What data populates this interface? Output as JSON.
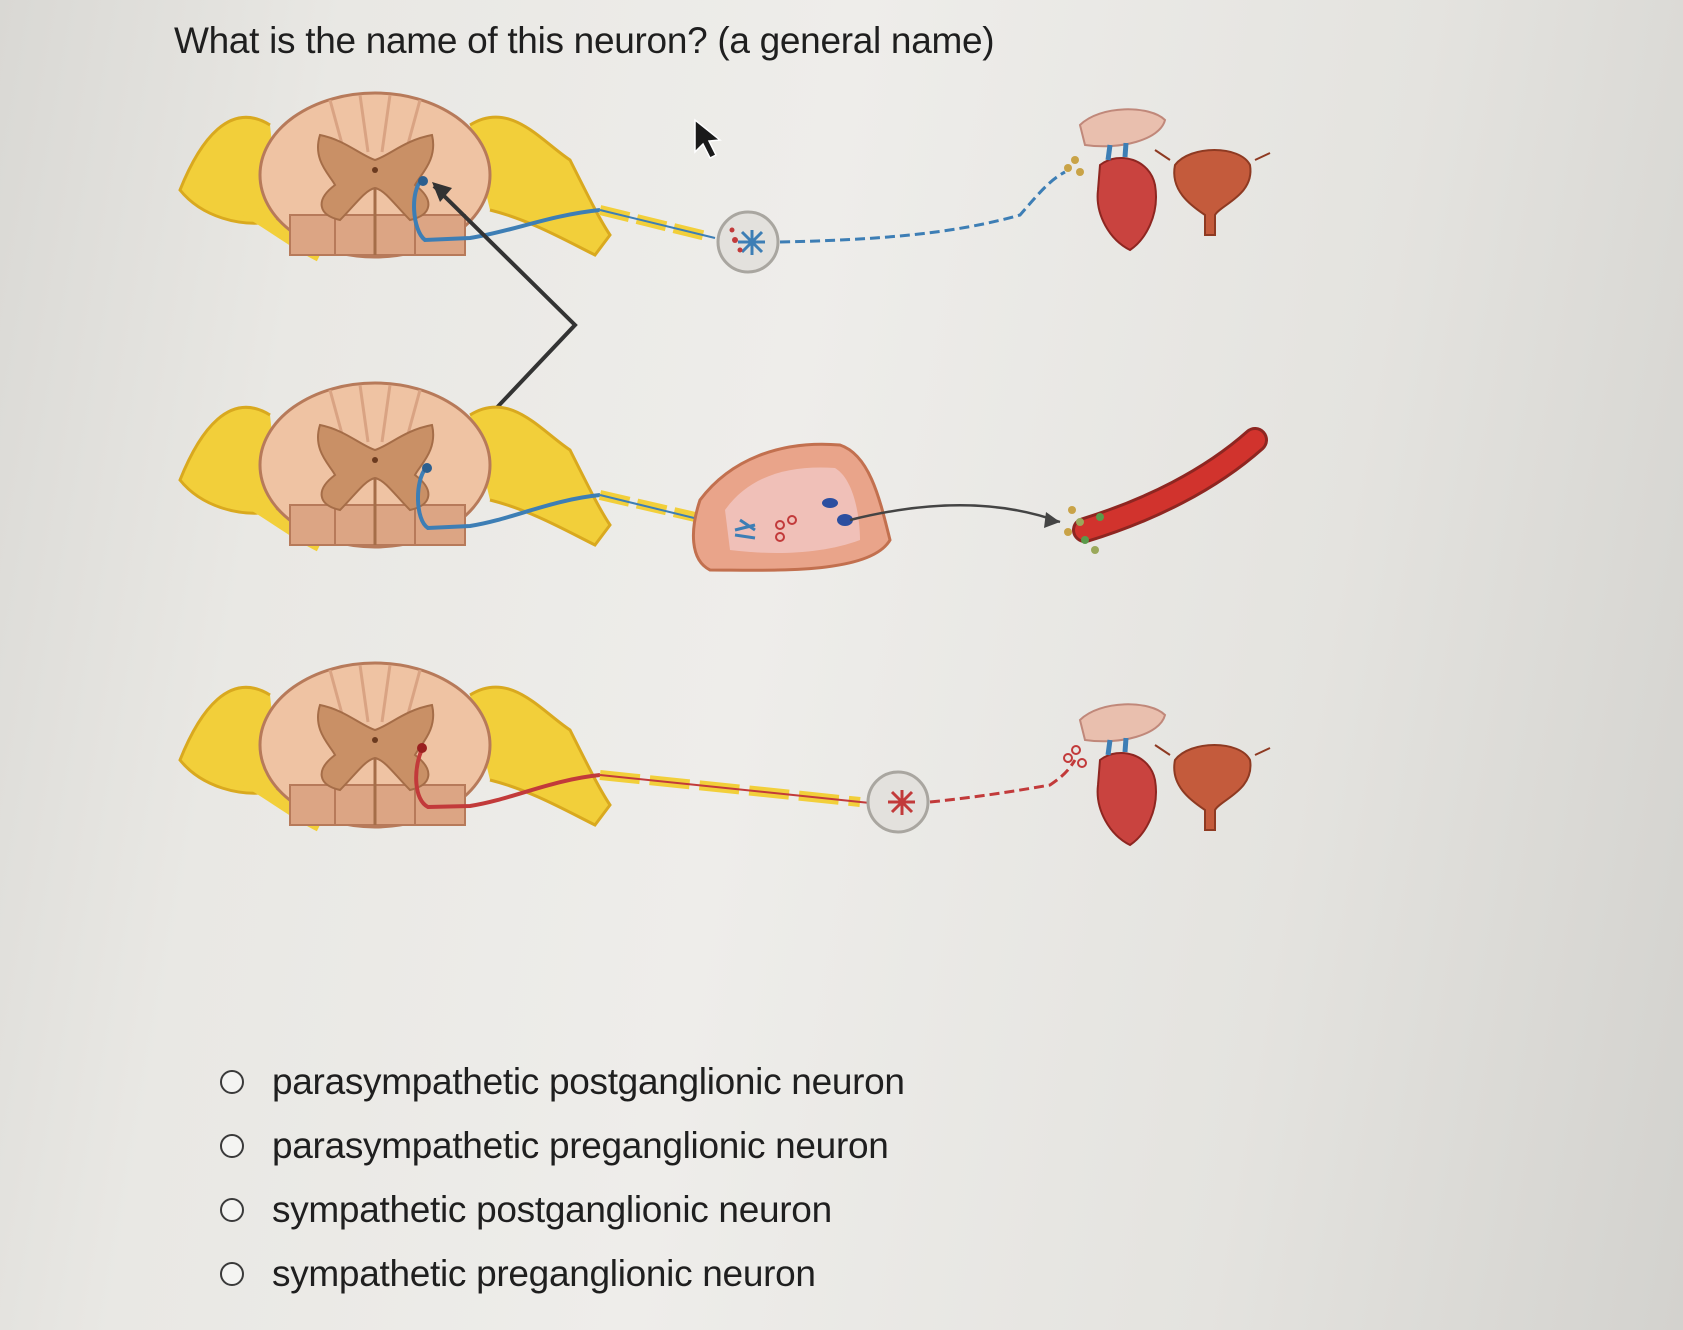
{
  "question": {
    "text": "What is the name of this neuron? (a general name)"
  },
  "figure": {
    "rows": [
      {
        "neuron_color": "#3d7eb5",
        "target": "organs"
      },
      {
        "neuron_color": "#3d7eb5",
        "target": "blood-vessel"
      },
      {
        "neuron_color": "#c23a3a",
        "target": "organs"
      }
    ],
    "nerve_color": "#f2cf3a",
    "cord_color": "#efc3a3",
    "gray_matter_color": "#c99066"
  },
  "options": [
    {
      "label": "parasympathetic postganglionic neuron"
    },
    {
      "label": "parasympathetic preganglionic neuron"
    },
    {
      "label": "sympathetic postganglionic neuron"
    },
    {
      "label": "sympathetic preganglionic neuron"
    }
  ]
}
